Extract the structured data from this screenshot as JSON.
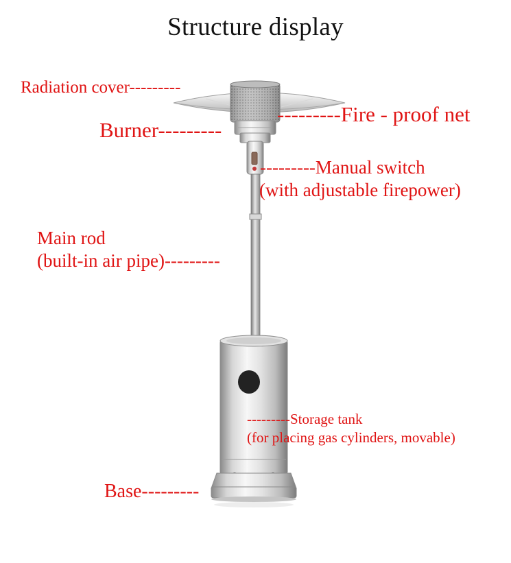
{
  "title": "Structure display",
  "labels": {
    "radiation_cover": "Radiation cover---------",
    "fire_proof_net": "---------Fire - proof net",
    "burner": "Burner---------",
    "manual_switch_1": "---------Manual switch",
    "manual_switch_2": "(with adjustable firepower)",
    "main_rod_1": "Main rod",
    "main_rod_2": "(built-in air pipe)---------",
    "storage_tank_1": "---------Storage tank",
    "storage_tank_2": "(for placing gas cylinders, movable)",
    "base": "Base---------"
  },
  "colors": {
    "label": "#e01414",
    "title": "#111111",
    "steel_light": "#f4f4f4",
    "steel_mid": "#c9c9c9",
    "steel_dark": "#8d8d8d"
  }
}
